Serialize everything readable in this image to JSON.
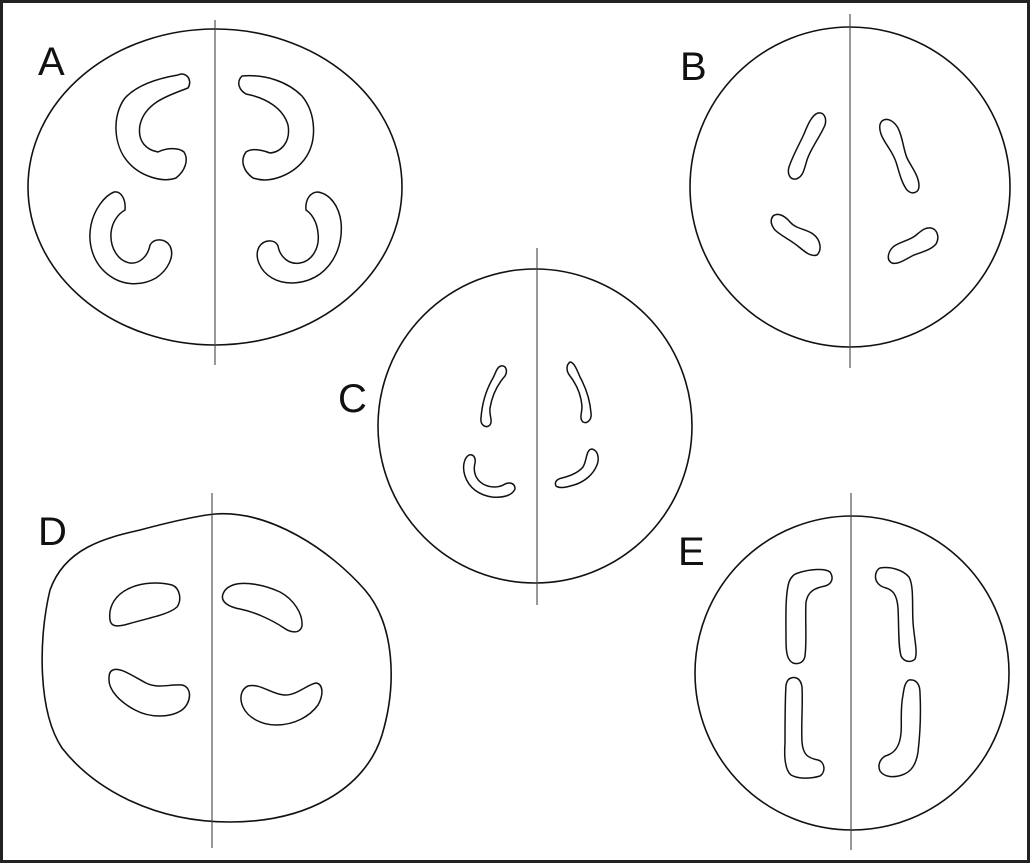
{
  "figure": {
    "panels": [
      {
        "id": "A",
        "label": "A"
      },
      {
        "id": "B",
        "label": "B"
      },
      {
        "id": "C",
        "label": "C"
      },
      {
        "id": "D",
        "label": "D"
      },
      {
        "id": "E",
        "label": "E"
      }
    ]
  }
}
